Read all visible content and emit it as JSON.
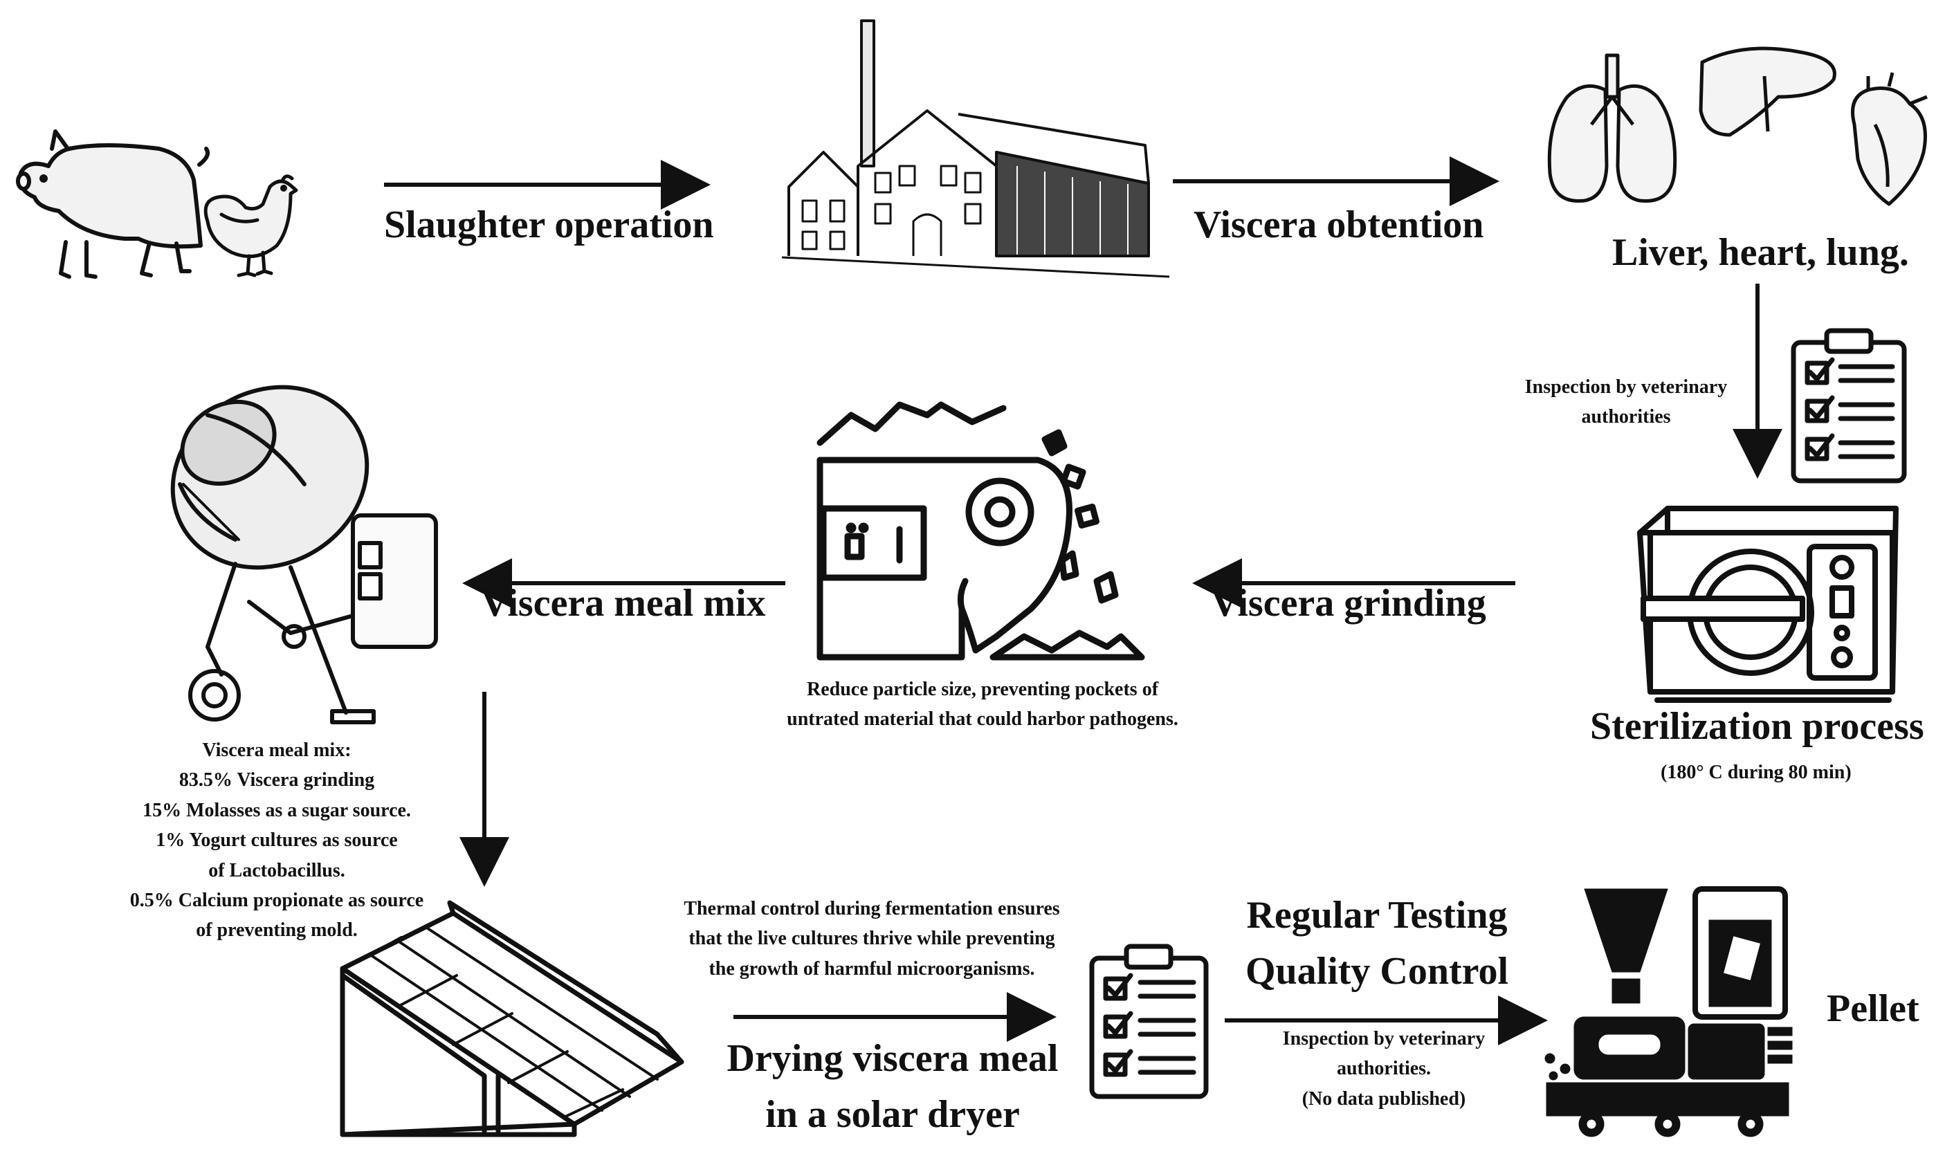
{
  "steps": {
    "slaughter": "Slaughter operation",
    "viscera_obtention": "Viscera obtention",
    "organs": "Liver, heart, lung.",
    "inspection": [
      "Inspection by veterinary",
      "authorities"
    ],
    "sterilization": "Sterilization process",
    "sterilization_detail": "(180° C during 80 min)",
    "grinding": "Viscera grinding",
    "grinding_note": [
      "Reduce particle size, preventing pockets of",
      "untrated material that could harbor pathogens."
    ],
    "mix": "Viscera meal mix",
    "mix_recipe": [
      "Viscera meal mix:",
      "83.5% Viscera grinding",
      "15% Molasses as a sugar source.",
      "1% Yogurt cultures as source",
      "of Lactobacillus.",
      "0.5% Calcium propionate as source",
      "of preventing mold."
    ],
    "thermal_note": [
      "Thermal control during fermentation ensures",
      "that the live cultures thrive while preventing",
      "the growth of harmful microorganisms."
    ],
    "drying": [
      "Drying viscera meal",
      "in a solar dryer"
    ],
    "testing": [
      "Regular Testing",
      "Quality Control"
    ],
    "inspection2": [
      "Inspection by veterinary",
      "authorities.",
      "(No data published)"
    ],
    "pellet": "Pellet"
  },
  "icons": [
    "pig-icon",
    "chicken-icon",
    "factory-icon",
    "lungs-icon",
    "liver-icon",
    "heart-icon",
    "clipboard-icon",
    "autoclave-icon",
    "grinder-icon",
    "cement-mixer-icon",
    "solar-dryer-icon",
    "pellet-machine-icon"
  ]
}
